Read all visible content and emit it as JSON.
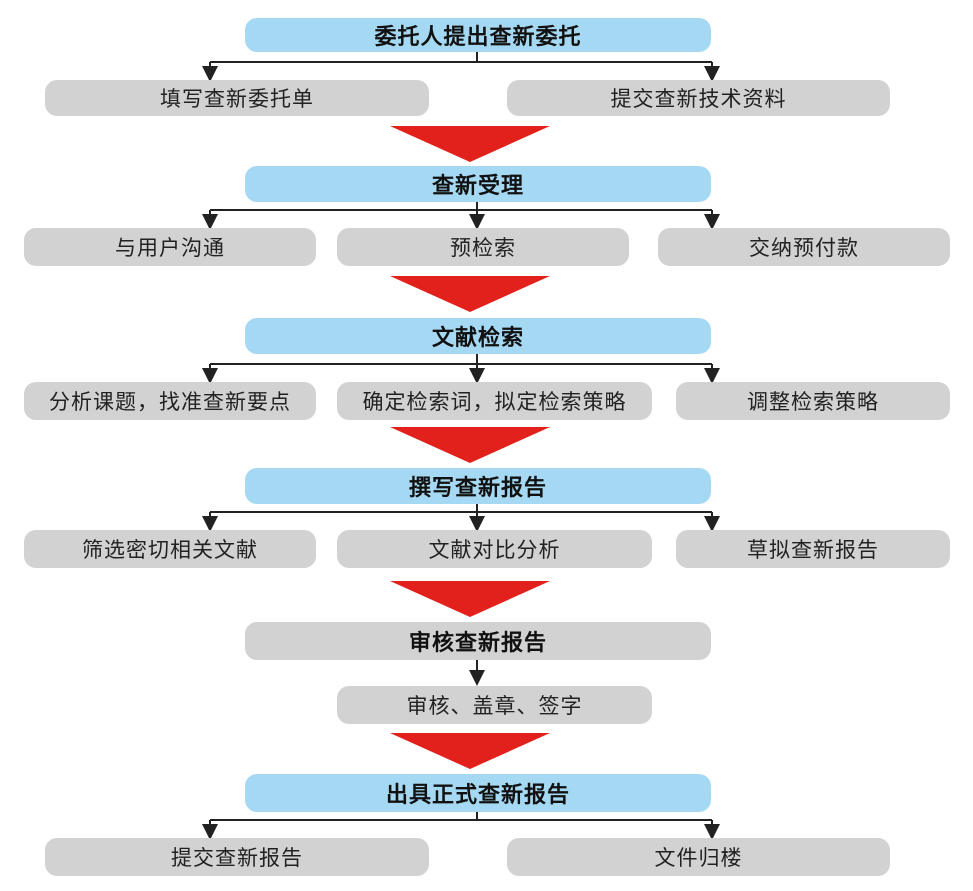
{
  "stages": [
    {
      "title": "委托人提出查新委托",
      "items": [
        "填写查新委托单",
        "提交查新技术资料"
      ]
    },
    {
      "title": "查新受理",
      "items": [
        "与用户沟通",
        "预检索",
        "交纳预付款"
      ]
    },
    {
      "title": "文献检索",
      "items": [
        "分析课题，找准查新要点",
        "确定检索词，拟定检索策略",
        "调整检索策略"
      ]
    },
    {
      "title": "撰写查新报告",
      "items": [
        "筛选密切相关文献",
        "文献对比分析",
        "草拟查新报告"
      ]
    },
    {
      "title": "审核查新报告",
      "items": [
        "审核、盖章、签字"
      ]
    },
    {
      "title": "出具正式查新报告",
      "items": [
        "提交查新报告",
        "文件归楼"
      ]
    }
  ],
  "colors": {
    "step_blue": "#a5d9f3",
    "step_gray": "#d2d2d2",
    "item_gray": "#d2d2d2",
    "arrow_red": "#e3211c",
    "connector": "#222222"
  }
}
